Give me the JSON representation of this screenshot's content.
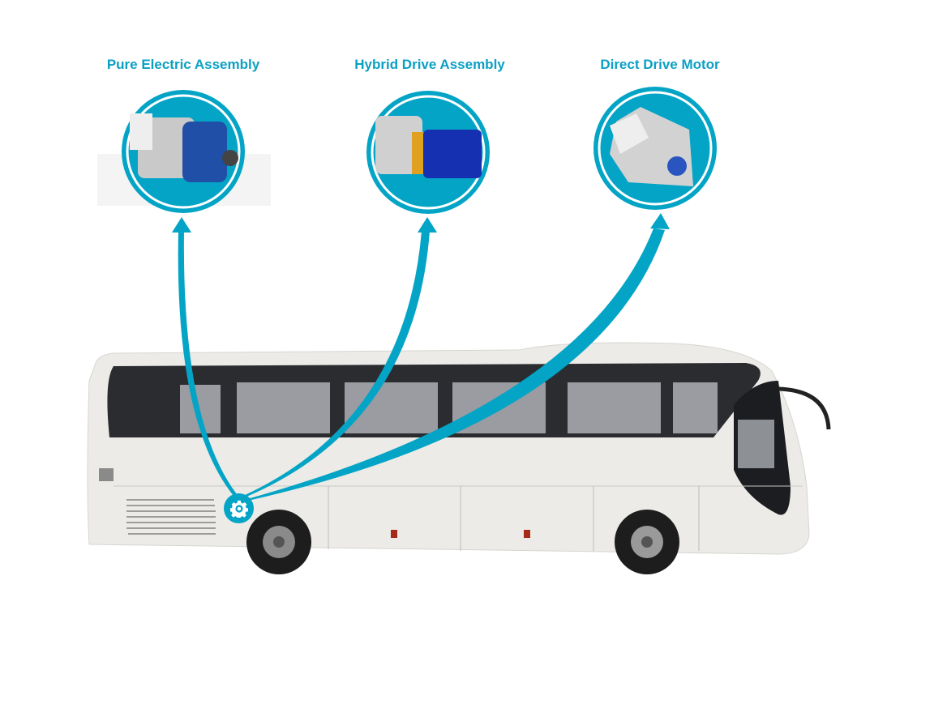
{
  "products": [
    {
      "title": "Pure Electric Assembly",
      "icon": "motor-assembly-image"
    },
    {
      "title": "Hybrid Drive Assembly",
      "icon": "hybrid-drive-image"
    },
    {
      "title": "Direct Drive Motor",
      "icon": "direct-drive-motor-image"
    }
  ],
  "hotspot": {
    "icon": "gear-icon"
  },
  "colors": {
    "accent": "#04a4c6",
    "bus_body": "#ecebe7",
    "glass": "#2a2c30"
  }
}
